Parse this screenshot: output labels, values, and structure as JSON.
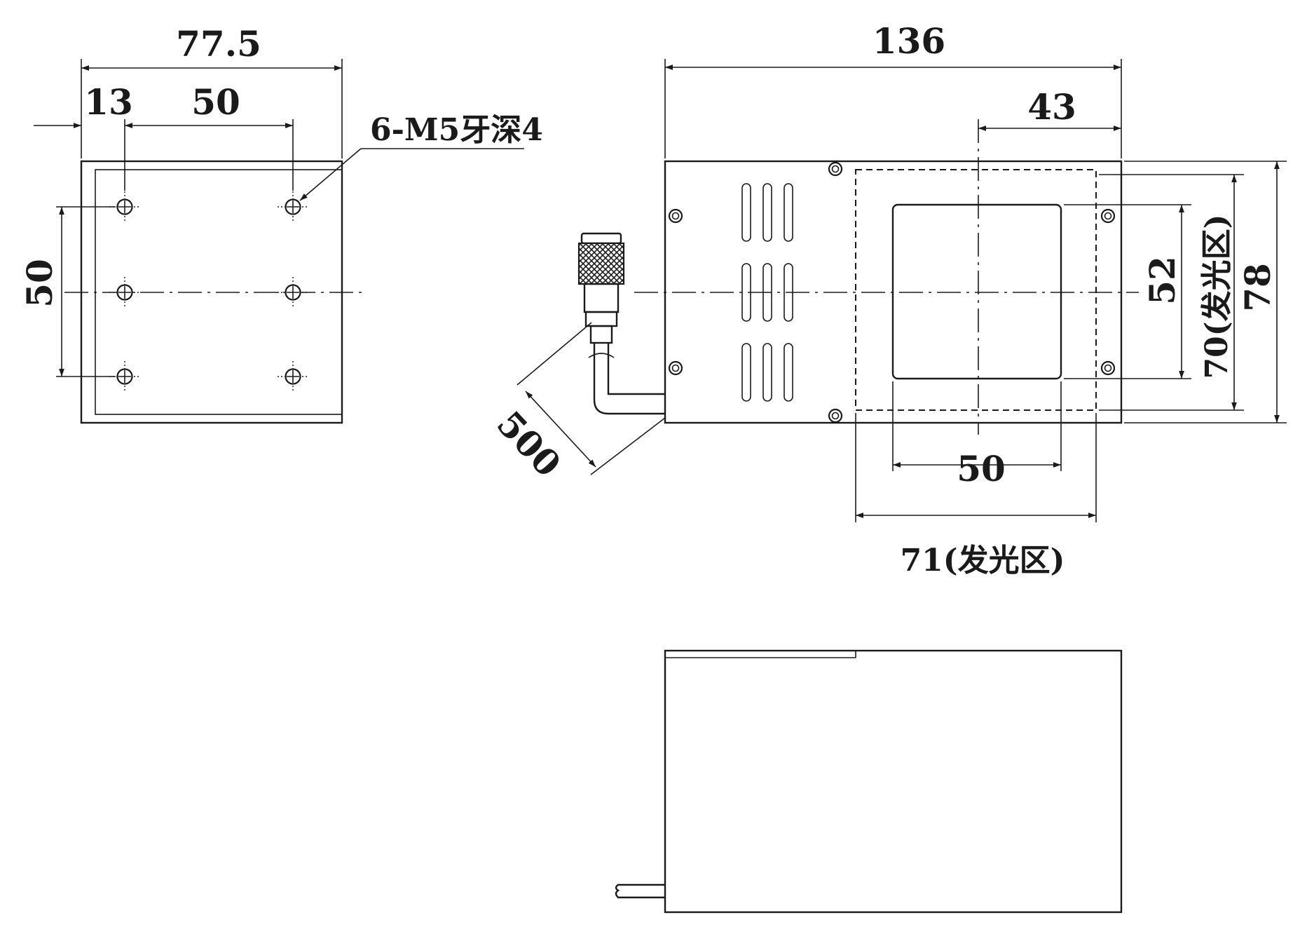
{
  "drawing_colors": {
    "line": "#1a1a1a",
    "background": "#ffffff"
  },
  "left_view": {
    "overall_width": "77.5",
    "edge_offset": "13",
    "hole_pitch_x": "50",
    "hole_pitch_y": "50",
    "thread_note": "6-M5牙深4"
  },
  "front_view": {
    "overall_length": "136",
    "window_offset": "43",
    "window_width": "50",
    "emitting_width": "71(发光区)",
    "window_height": "52",
    "emitting_height": "70(发光区)",
    "overall_height": "78",
    "cable_length": "500"
  }
}
